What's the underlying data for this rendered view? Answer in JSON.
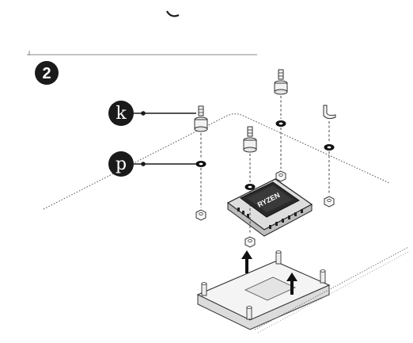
{
  "step": {
    "number": "2"
  },
  "callouts": [
    {
      "letter": "k"
    },
    {
      "letter": "p"
    }
  ],
  "chip": {
    "brand": "RYZEN"
  },
  "colors": {
    "ink": "#1a1a1a",
    "line_gray": "#8a8a8a",
    "part_fill": "#f2f2f2",
    "part_stroke": "#333333",
    "chip_dark": "#222222"
  },
  "icons": [
    "standoff-screw-icon",
    "washer-icon",
    "nut-icon",
    "up-arrow-icon"
  ]
}
